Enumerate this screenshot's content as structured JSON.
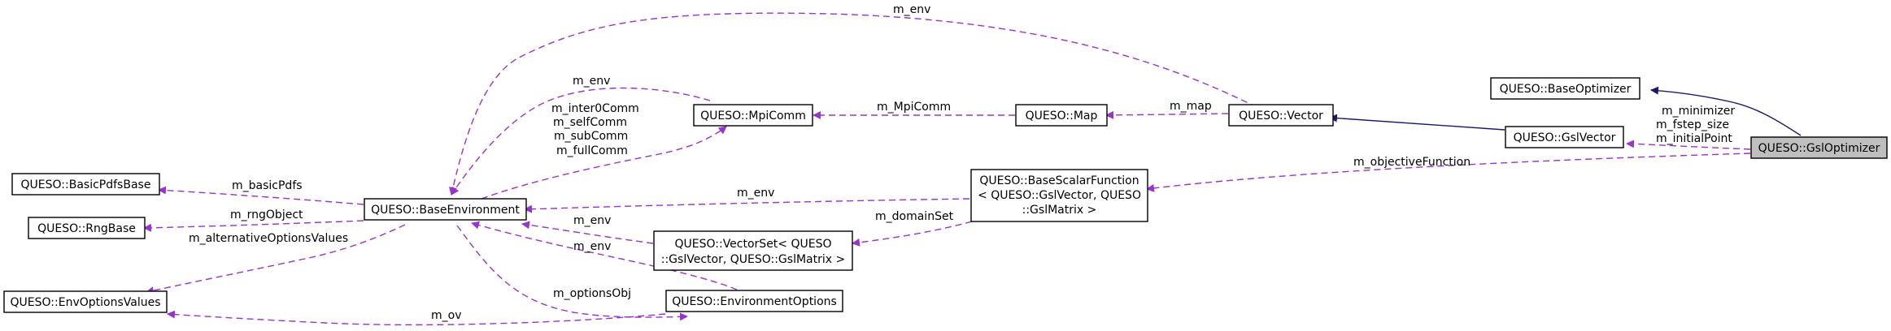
{
  "nodes": {
    "gsl_optimizer": {
      "lines": [
        "QUESO::GslOptimizer"
      ]
    },
    "base_optimizer": {
      "lines": [
        "QUESO::BaseOptimizer"
      ]
    },
    "gsl_vector": {
      "lines": [
        "QUESO::GslVector"
      ]
    },
    "vector": {
      "lines": [
        "QUESO::Vector"
      ]
    },
    "map": {
      "lines": [
        "QUESO::Map"
      ]
    },
    "mpi_comm": {
      "lines": [
        "QUESO::MpiComm"
      ]
    },
    "base_environment": {
      "lines": [
        "QUESO::BaseEnvironment"
      ]
    },
    "basic_pdfs_base": {
      "lines": [
        "QUESO::BasicPdfsBase"
      ]
    },
    "rng_base": {
      "lines": [
        "QUESO::RngBase"
      ]
    },
    "env_options_values": {
      "lines": [
        "QUESO::EnvOptionsValues"
      ]
    },
    "environment_options": {
      "lines": [
        "QUESO::EnvironmentOptions"
      ]
    },
    "vector_set": {
      "lines": [
        "QUESO::VectorSet< QUESO",
        "::GslVector, QUESO::GslMatrix >"
      ]
    },
    "base_scalar_function": {
      "lines": [
        "QUESO::BaseScalarFunction",
        "< QUESO::GslVector, QUESO",
        "::GslMatrix >"
      ]
    }
  },
  "edges": {
    "gslvector_to_gsloptimizer": {
      "labels": [
        "m_minimizer",
        "m_fstep_size",
        "m_initialPoint"
      ]
    },
    "bsf_to_gsloptimizer": {
      "labels": [
        "m_objectiveFunction"
      ]
    },
    "vector_to_baseenv": {
      "labels": [
        "m_env"
      ]
    },
    "map_to_vector": {
      "labels": [
        "m_map"
      ]
    },
    "mpicomm_to_map": {
      "labels": [
        "m_MpiComm"
      ]
    },
    "mpicomm_to_baseenv": {
      "labels": [
        "m_env"
      ]
    },
    "baseenv_to_mpicomm": {
      "labels": [
        "m_inter0Comm",
        "m_selfComm",
        "m_subComm",
        "m_fullComm"
      ]
    },
    "baseenv_to_basicpdfs": {
      "labels": [
        "m_basicPdfs"
      ]
    },
    "baseenv_to_rng": {
      "labels": [
        "m_rngObject"
      ]
    },
    "baseenv_to_envoptvalues": {
      "labels": [
        "m_alternativeOptionsValues"
      ]
    },
    "envopts_to_envoptvalues": {
      "labels": [
        "m_ov"
      ]
    },
    "baseenv_to_envopts": {
      "labels": [
        "m_optionsObj"
      ]
    },
    "envopts_to_baseenv": {
      "labels": [
        "m_env"
      ]
    },
    "vectorset_to_baseenv": {
      "labels": [
        "m_env"
      ]
    },
    "bsf_to_baseenv": {
      "labels": [
        "m_env"
      ]
    },
    "vectorset_to_bsf": {
      "labels": [
        "m_domainSet"
      ]
    }
  }
}
